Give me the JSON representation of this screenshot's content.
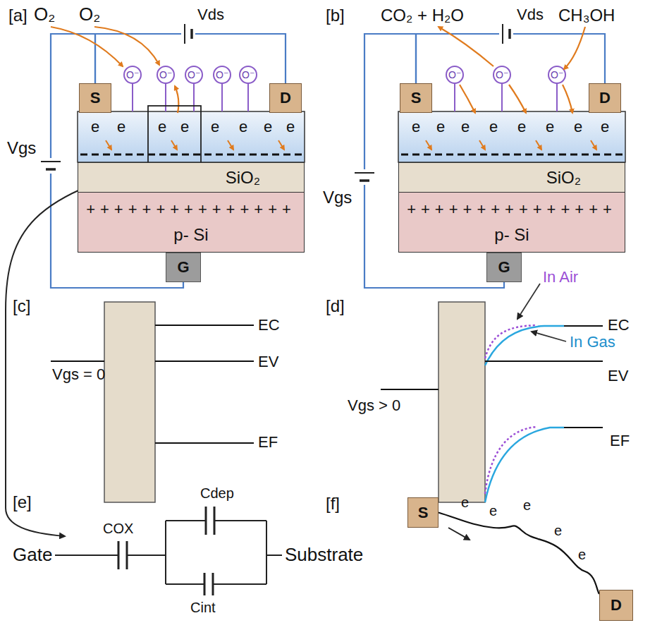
{
  "diagram": {
    "nodes": [
      {
        "text": [
          "S"
        ]
      },
      {
        "text": [
          "D"
        ]
      },
      {
        "text": [
          "SiO₂"
        ]
      },
      {
        "text": [
          "+++++++++++++++",
          "p- Si"
        ]
      },
      {
        "text": [
          "G"
        ]
      },
      {
        "text": [
          "S"
        ]
      },
      {
        "text": [
          "D"
        ]
      },
      {
        "text": [
          "SiO₂"
        ]
      },
      {
        "text": [
          "+++++++++++++++",
          "p- Si"
        ]
      },
      {
        "text": [
          "G"
        ]
      },
      {
        "text": [
          "S"
        ]
      },
      {
        "text": [
          "D"
        ]
      }
    ],
    "edges": [
      {
        "from": 0,
        "to": 1,
        "arrow": "none"
      },
      {
        "from": 0,
        "to": 4,
        "arrow": "none"
      },
      {
        "from": 5,
        "to": 6,
        "arrow": "none"
      },
      {
        "from": 5,
        "to": 9,
        "arrow": "none"
      },
      {
        "from": 10,
        "to": 11,
        "arrow": "none"
      }
    ],
    "labels": [
      "[a]",
      "O₂",
      "O₂",
      "Vds",
      "O⁻",
      "O⁻",
      "O⁻",
      "O⁻",
      "O⁻",
      "e",
      "e",
      "e",
      "e",
      "e",
      "e",
      "e",
      "e",
      "Vgs",
      "[b]",
      "CO₂ + H₂O",
      "Vds",
      "CH₃OH",
      "O⁻",
      "O⁻",
      "O⁻",
      "e",
      "e",
      "e",
      "e",
      "e",
      "e",
      "e",
      "e",
      "Vgs",
      "[c]",
      "EC",
      "Vgs = 0",
      "EV",
      "EF",
      "[d]",
      "In Air",
      "EC",
      "In Gas",
      "EV",
      "Vgs > 0",
      "EF",
      "[e]",
      "Cdep",
      "COX",
      "Gate",
      "Substrate",
      "Cint",
      "[f]",
      "e",
      "e",
      "e",
      "e",
      "e"
    ]
  }
}
